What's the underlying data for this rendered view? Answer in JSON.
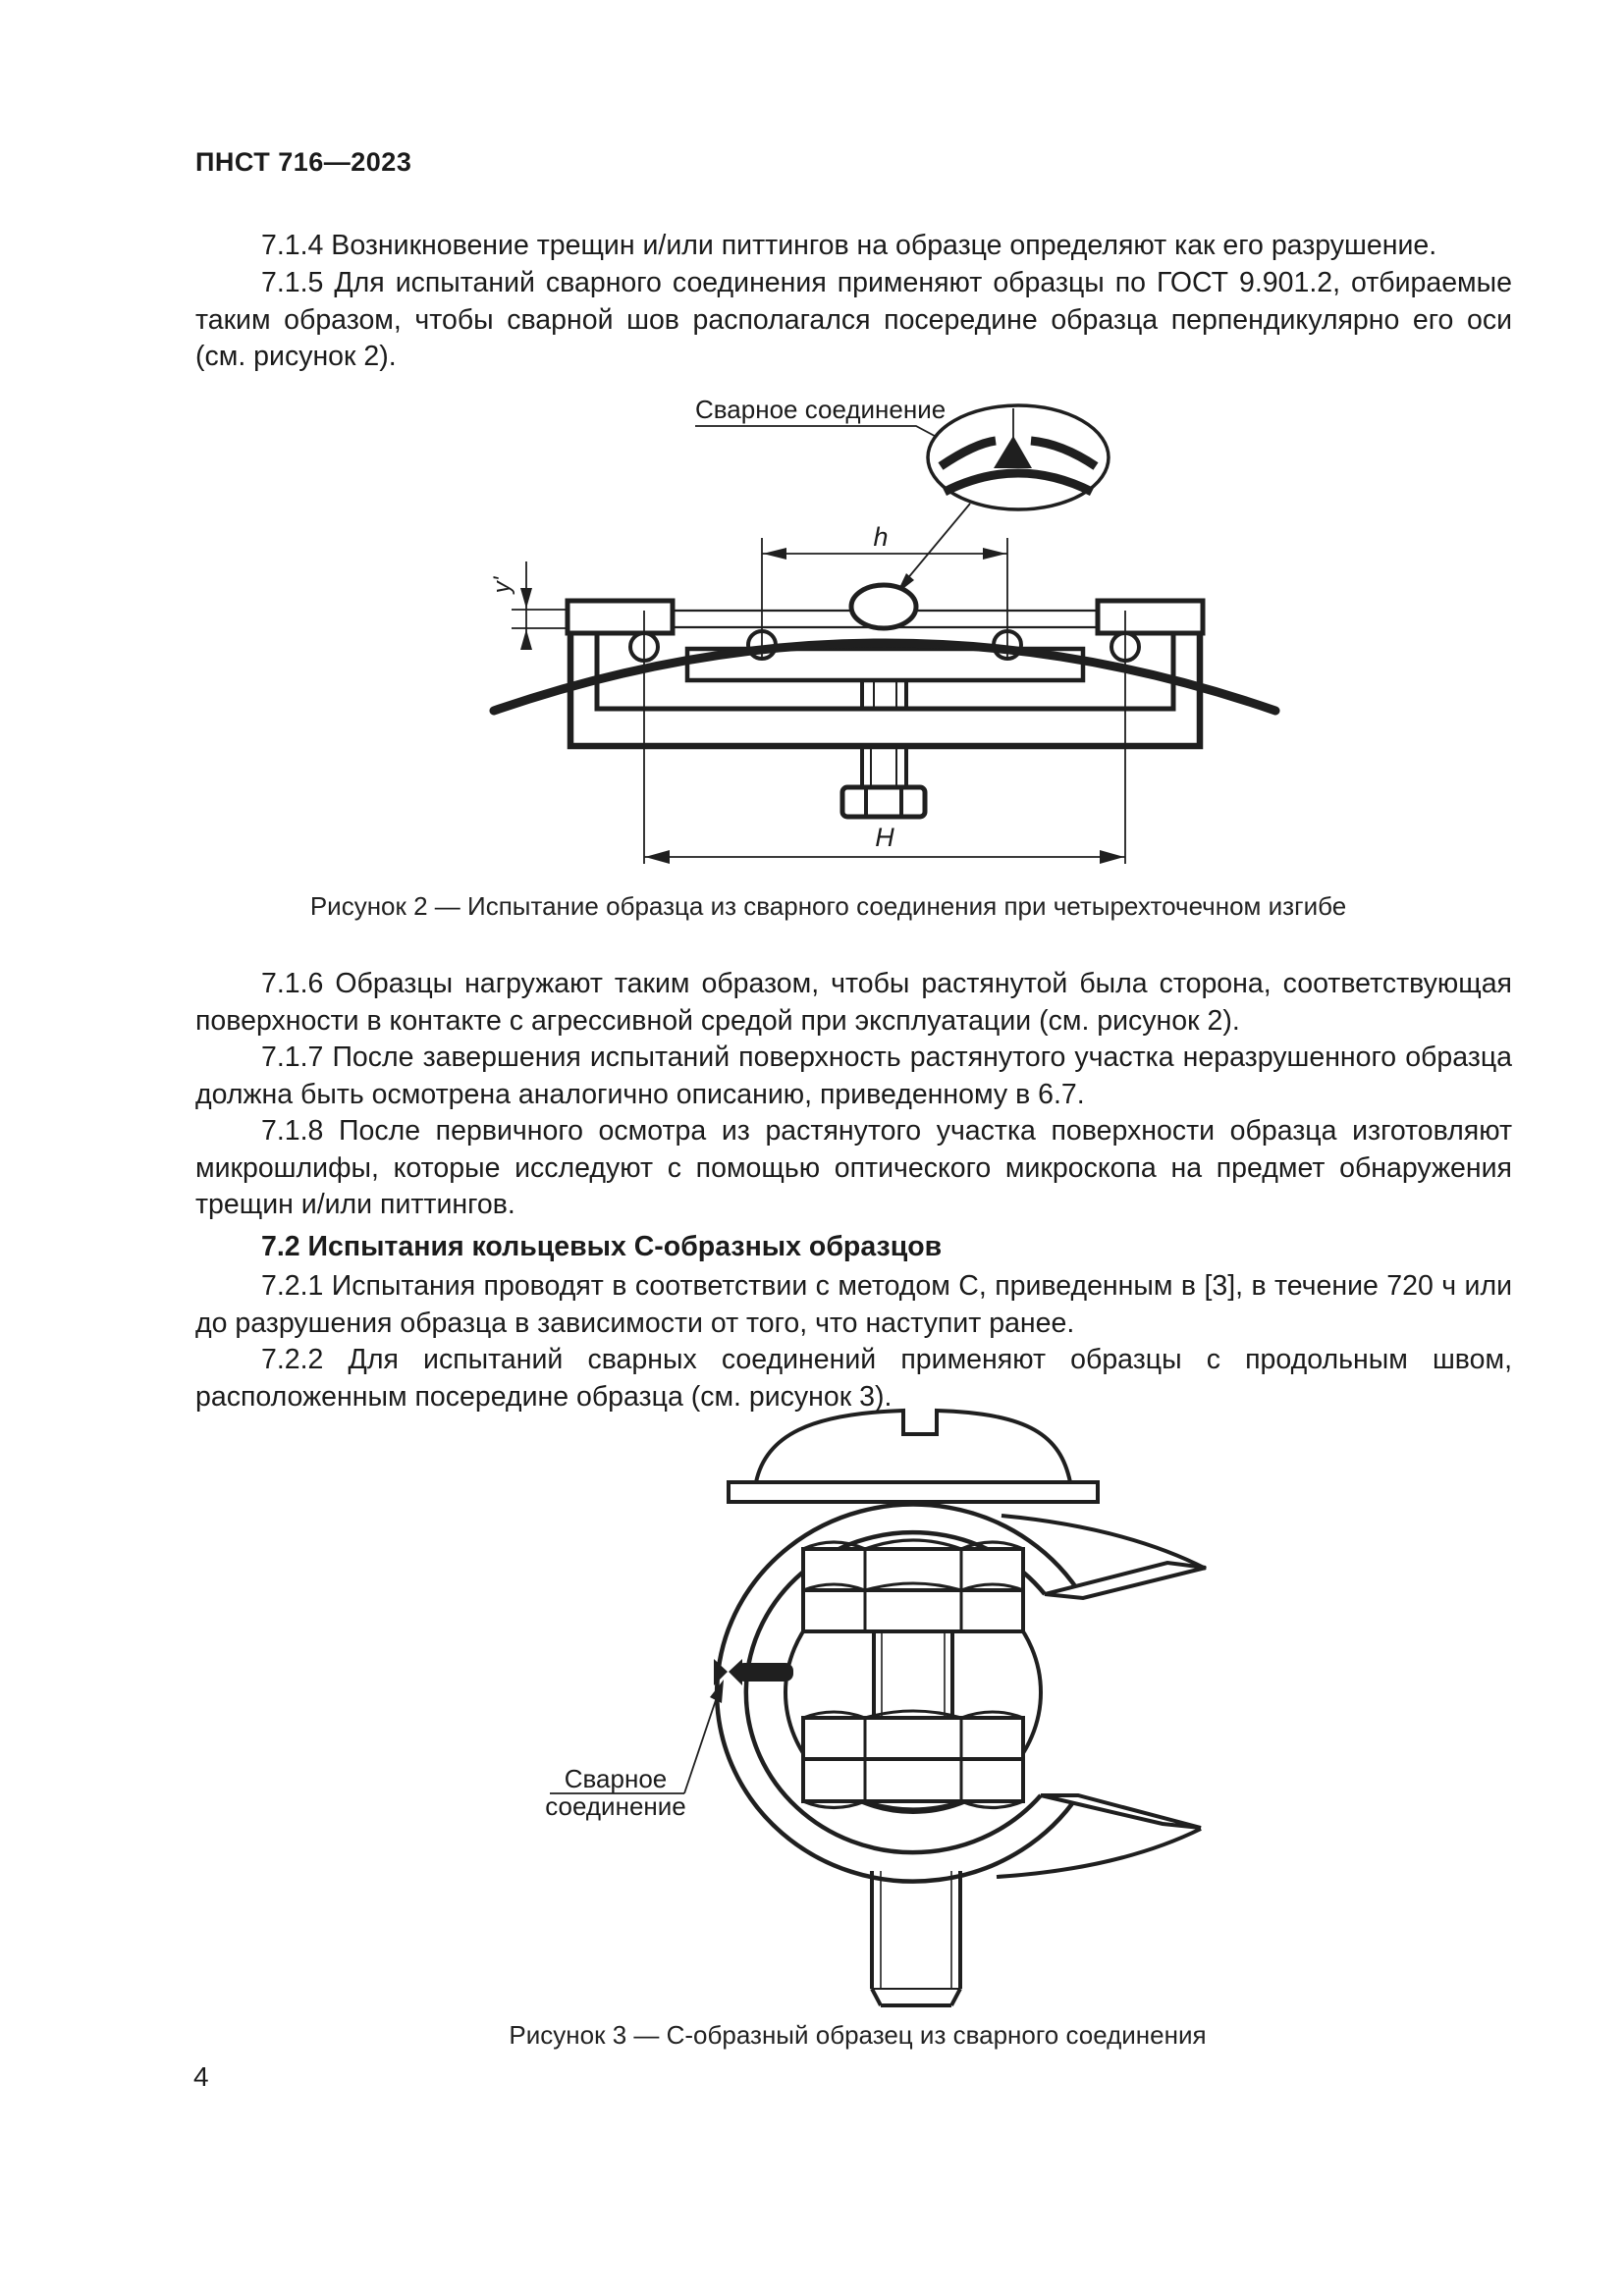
{
  "document": {
    "header": "ПНСТ 716—2023",
    "page_number": "4"
  },
  "paragraphs": {
    "p714": "7.1.4 Возникновение трещин и/или питтингов на образце определяют как его разрушение.",
    "p715": "7.1.5 Для испытаний сварного соединения применяют образцы по ГОСТ 9.901.2, отбираемые таким образом, чтобы сварной шов располагался посередине образца перпендикулярно его оси (см. рисунок 2).",
    "p716": "7.1.6 Образцы нагружают таким образом, чтобы растянутой была сторона, соответствующая поверхности в контакте с агрессивной средой при эксплуатации (см. рисунок 2).",
    "p717": "7.1.7 После завершения испытаний поверхность растянутого участка неразрушенного образца должна быть осмотрена аналогично описанию, приведенному в 6.7.",
    "p718": "7.1.8 После первичного осмотра из растянутого участка поверхности образца изготовляют микрошлифы, которые исследуют с помощью оптического микроскопа на предмет обнаружения трещин и/или питтингов.",
    "h72": "7.2 Испытания кольцевых С-образных образцов",
    "p721": "7.2.1 Испытания проводят в соответствии с методом С, приведенным в [3], в течение 720 ч или до разрушения образца в зависимости от того, что наступит ранее.",
    "p722": "7.2.2 Для испытаний сварных соединений применяют образцы с продольным швом, расположенным посередине образца (см. рисунок 3)."
  },
  "figure2": {
    "weld_label": "Сварное соединение",
    "dim_inner_span": "h",
    "dim_deflection": "y'",
    "dim_outer_span": "H",
    "caption": "Рисунок 2 — Испытание образца из сварного соединения при четырехточечном изгибе"
  },
  "figure3": {
    "weld_label_line1": "Сварное",
    "weld_label_line2": "соединение",
    "caption": "Рисунок 3 — С-образный образец из сварного соединения"
  }
}
